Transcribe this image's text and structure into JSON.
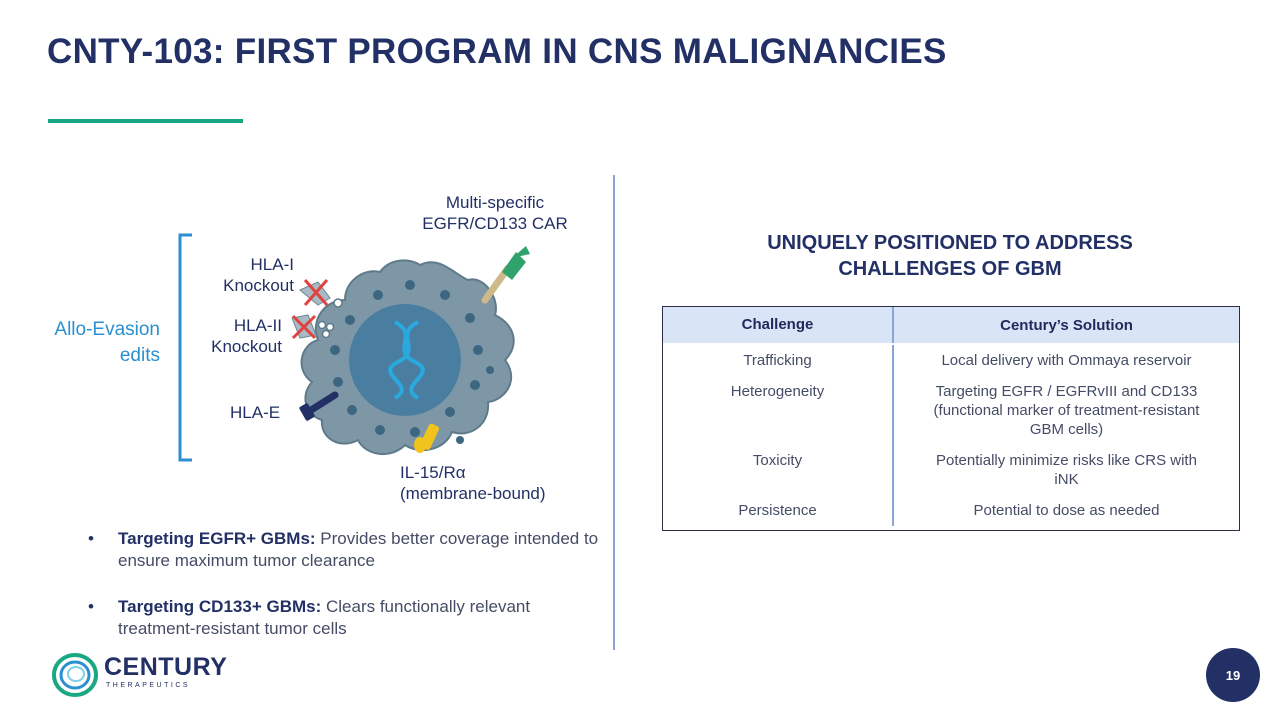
{
  "header": {
    "title": "CNTY-103: FIRST PROGRAM IN CNS MALIGNANCIES"
  },
  "diagram": {
    "car_label_line1": "Multi-specific",
    "car_label_line2": "EGFR/CD133 CAR",
    "hla1_line1": "HLA-I",
    "hla1_line2": "Knockout",
    "hla2_line1": "HLA-II",
    "hla2_line2": "Knockout",
    "hlae": "HLA-E",
    "il15_line1": "IL-15/Rα",
    "il15_line2": "(membrane-bound)",
    "allo_line1": "Allo-Evasion",
    "allo_line2": "edits",
    "colors": {
      "cell": "#7d97a6",
      "cell_dots": "#3d6680",
      "nucleus": "#4a7ea0",
      "dna": "#29a9de",
      "knockout_x": "#e0433f",
      "accent": "#2b8fd0"
    }
  },
  "bullets": [
    {
      "bold": "Targeting EGFR+ GBMs:",
      "text": " Provides better coverage intended to ensure maximum tumor clearance"
    },
    {
      "bold": "Targeting CD133+ GBMs:",
      "text": " Clears functionally relevant treatment-resistant tumor cells"
    }
  ],
  "table": {
    "title_line1": "UNIQUELY POSITIONED TO ADDRESS",
    "title_line2": "CHALLENGES OF GBM",
    "headers": [
      "Challenge",
      "Century’s Solution"
    ],
    "rows": [
      {
        "challenge": "Trafficking",
        "solution": "Local delivery with Ommaya reservoir"
      },
      {
        "challenge": "Heterogeneity",
        "solution": "Targeting EGFR / EGFRvIII and CD133 (functional marker of treatment-resistant GBM cells)"
      },
      {
        "challenge": "Toxicity",
        "solution": "Potentially minimize risks like CRS with iNK"
      },
      {
        "challenge": "Persistence",
        "solution": "Potential to dose as needed"
      }
    ]
  },
  "footer": {
    "logo_name": "CENTURY",
    "logo_sub": "THERAPEUTICS",
    "page_number": "19"
  }
}
